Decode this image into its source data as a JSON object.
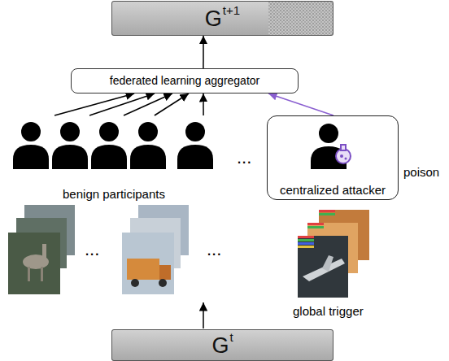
{
  "diagram": {
    "nodes": [
      {
        "text": [
          "G",
          "t+1"
        ]
      },
      {
        "text": [
          "federated learning aggregator"
        ]
      },
      {
        "text": [
          "benign participants"
        ]
      },
      {
        "text": [
          "centralized attacker"
        ]
      },
      {
        "text": [
          "G",
          "t"
        ]
      }
    ],
    "edges": [
      {
        "from": 1,
        "to": 0,
        "arrow": "to"
      },
      {
        "from": 2,
        "to": 1,
        "arrow": "to"
      },
      {
        "from": 2,
        "to": 1,
        "arrow": "to"
      },
      {
        "from": 2,
        "to": 1,
        "arrow": "to"
      },
      {
        "from": 2,
        "to": 1,
        "arrow": "to"
      },
      {
        "from": 2,
        "to": 1,
        "arrow": "to"
      },
      {
        "from": 3,
        "to": 1,
        "arrow": "to"
      }
    ],
    "labels": [
      "...",
      "poison",
      "...",
      "...",
      "global trigger"
    ]
  }
}
